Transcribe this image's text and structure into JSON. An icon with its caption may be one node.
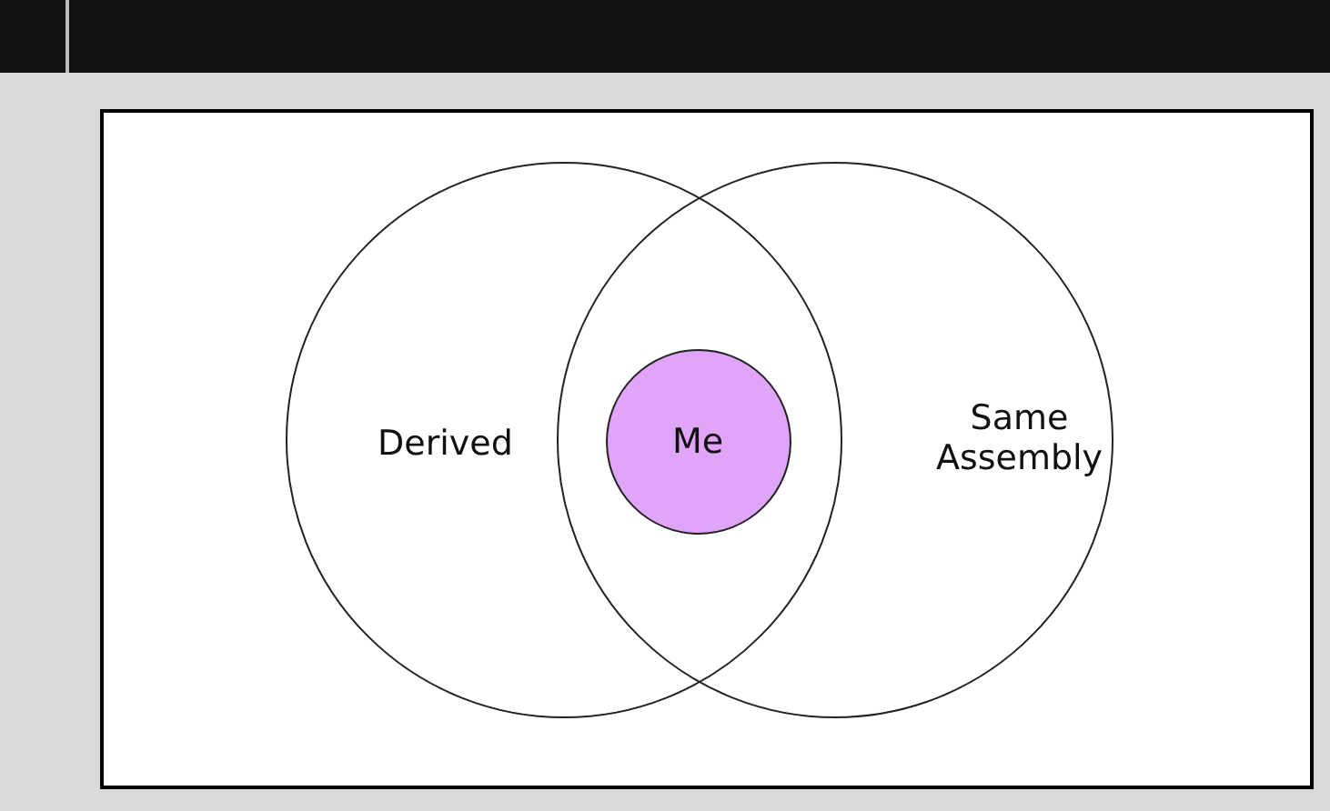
{
  "diagram": {
    "nodes": [
      {
        "text": [
          "Derived"
        ]
      },
      {
        "text": [
          "Same Assembly"
        ]
      },
      {
        "text": [
          "Me"
        ]
      }
    ]
  }
}
